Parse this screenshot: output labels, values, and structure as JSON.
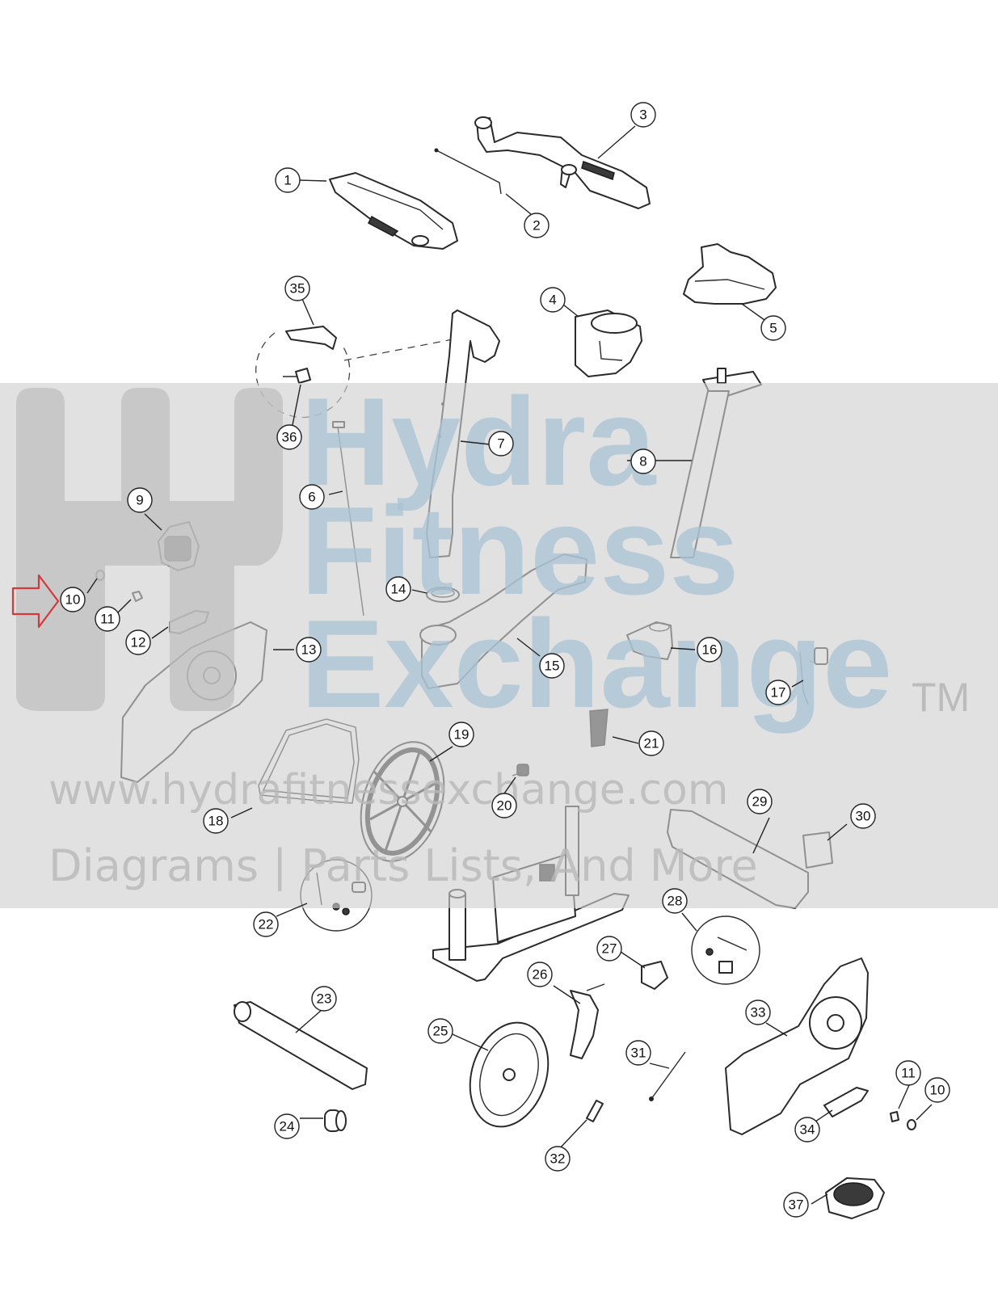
{
  "watermark": {
    "brand_line1": "Hydra",
    "brand_line2": "Fitness",
    "brand_line3": "Exchange",
    "trademark": "TM",
    "url": "www.hydrafitnessexchange.com",
    "tagline": "Diagrams | Parts Lists, And More"
  },
  "callouts": {
    "c1": "1",
    "c2": "2",
    "c3": "3",
    "c4": "4",
    "c5": "5",
    "c6": "6",
    "c7": "7",
    "c8": "8",
    "c9": "9",
    "c10a": "10",
    "c10b": "10",
    "c11a": "11",
    "c11b": "11",
    "c12": "12",
    "c13": "13",
    "c14": "14",
    "c15": "15",
    "c16": "16",
    "c17": "17",
    "c18": "18",
    "c19": "19",
    "c20": "20",
    "c21": "21",
    "c22": "22",
    "c23": "23",
    "c24": "24",
    "c25": "25",
    "c26": "26",
    "c27": "27",
    "c28": "28",
    "c29": "29",
    "c30": "30",
    "c31": "31",
    "c32": "32",
    "c33": "33",
    "c34": "34",
    "c35": "35",
    "c36": "36",
    "c37": "37"
  },
  "colors": {
    "highlight_arrow": "#d23a3a",
    "watermark_blue": "#a9c3d4"
  },
  "highlighted_part": "10"
}
